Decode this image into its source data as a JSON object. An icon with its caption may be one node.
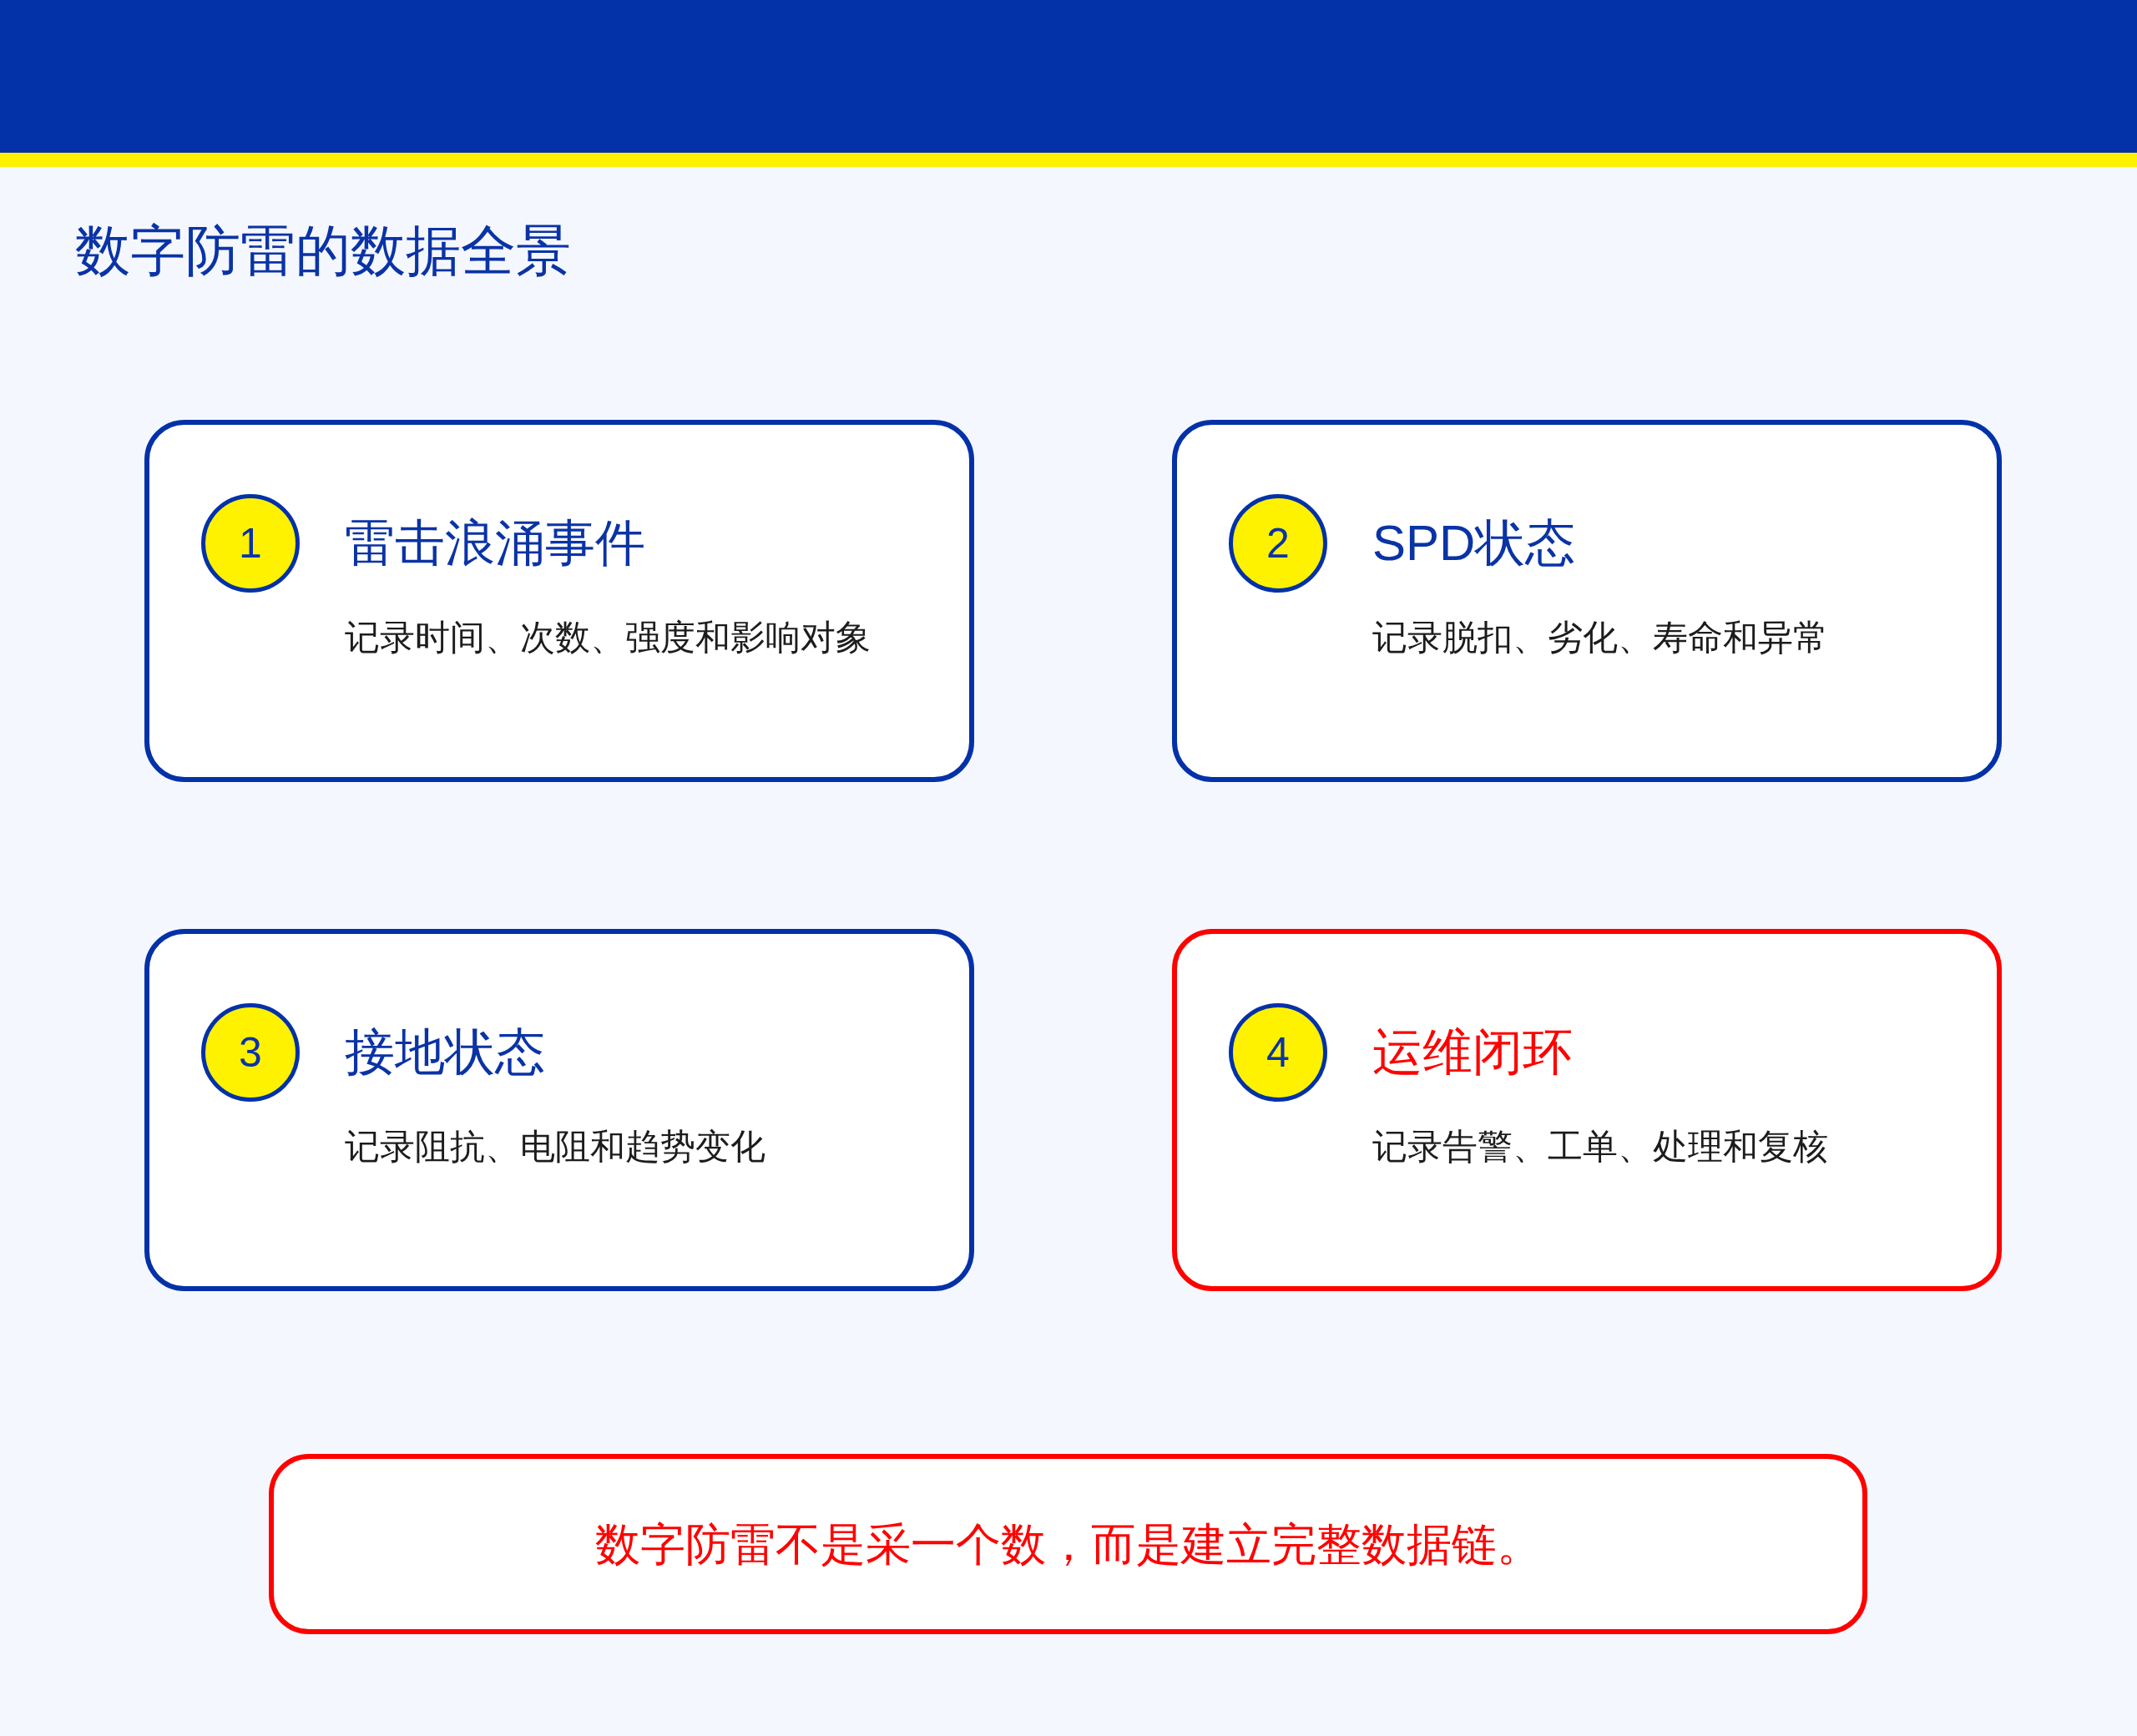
{
  "diagram": {
    "title": "数字防雷的数据全景",
    "nodes": [
      {
        "text": [
          "雷击浪涌事件",
          "记录时间、次数、强度和影响对象"
        ]
      },
      {
        "text": [
          "1"
        ],
        "in": 0
      },
      {
        "text": [
          "SPD状态",
          "记录脱扣、劣化、寿命和异常"
        ]
      },
      {
        "text": [
          "2"
        ],
        "in": 2
      },
      {
        "text": [
          "接地状态",
          "记录阻抗、电阻和趋势变化"
        ]
      },
      {
        "text": [
          "3"
        ],
        "in": 4
      },
      {
        "text": [
          "运维闭环",
          "记录告警、工单、处理和复核"
        ]
      },
      {
        "text": [
          "4"
        ],
        "in": 6
      },
      {
        "text": [
          "数字防雷不是采一个数，而是建立完整数据链。"
        ]
      }
    ]
  }
}
